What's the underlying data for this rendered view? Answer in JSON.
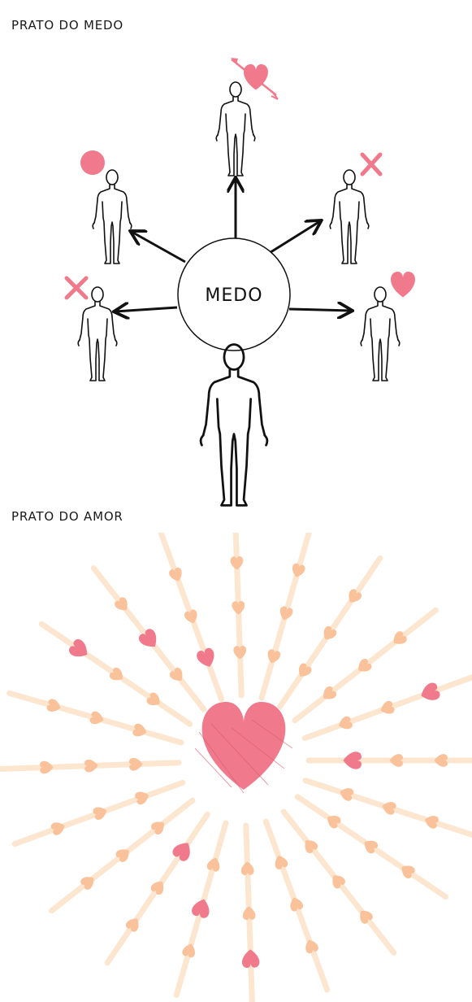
{
  "fear_section": {
    "title": "PRATO DO MEDO",
    "center_label": "MEDO",
    "targets": [
      {
        "name": "top",
        "symbol": "heart-with-arrow-icon"
      },
      {
        "name": "upper-left",
        "symbol": "circle-icon"
      },
      {
        "name": "upper-right",
        "symbol": "cross-icon"
      },
      {
        "name": "left",
        "symbol": "cross-icon"
      },
      {
        "name": "right",
        "symbol": "heart-icon"
      }
    ]
  },
  "love_section": {
    "title": "PRATO DO AMOR",
    "center_symbol": "heart-icon"
  },
  "colors": {
    "pink": "#f07a8c",
    "peach": "#f9c29a",
    "ray": "#fde6cf",
    "line": "#111111"
  }
}
